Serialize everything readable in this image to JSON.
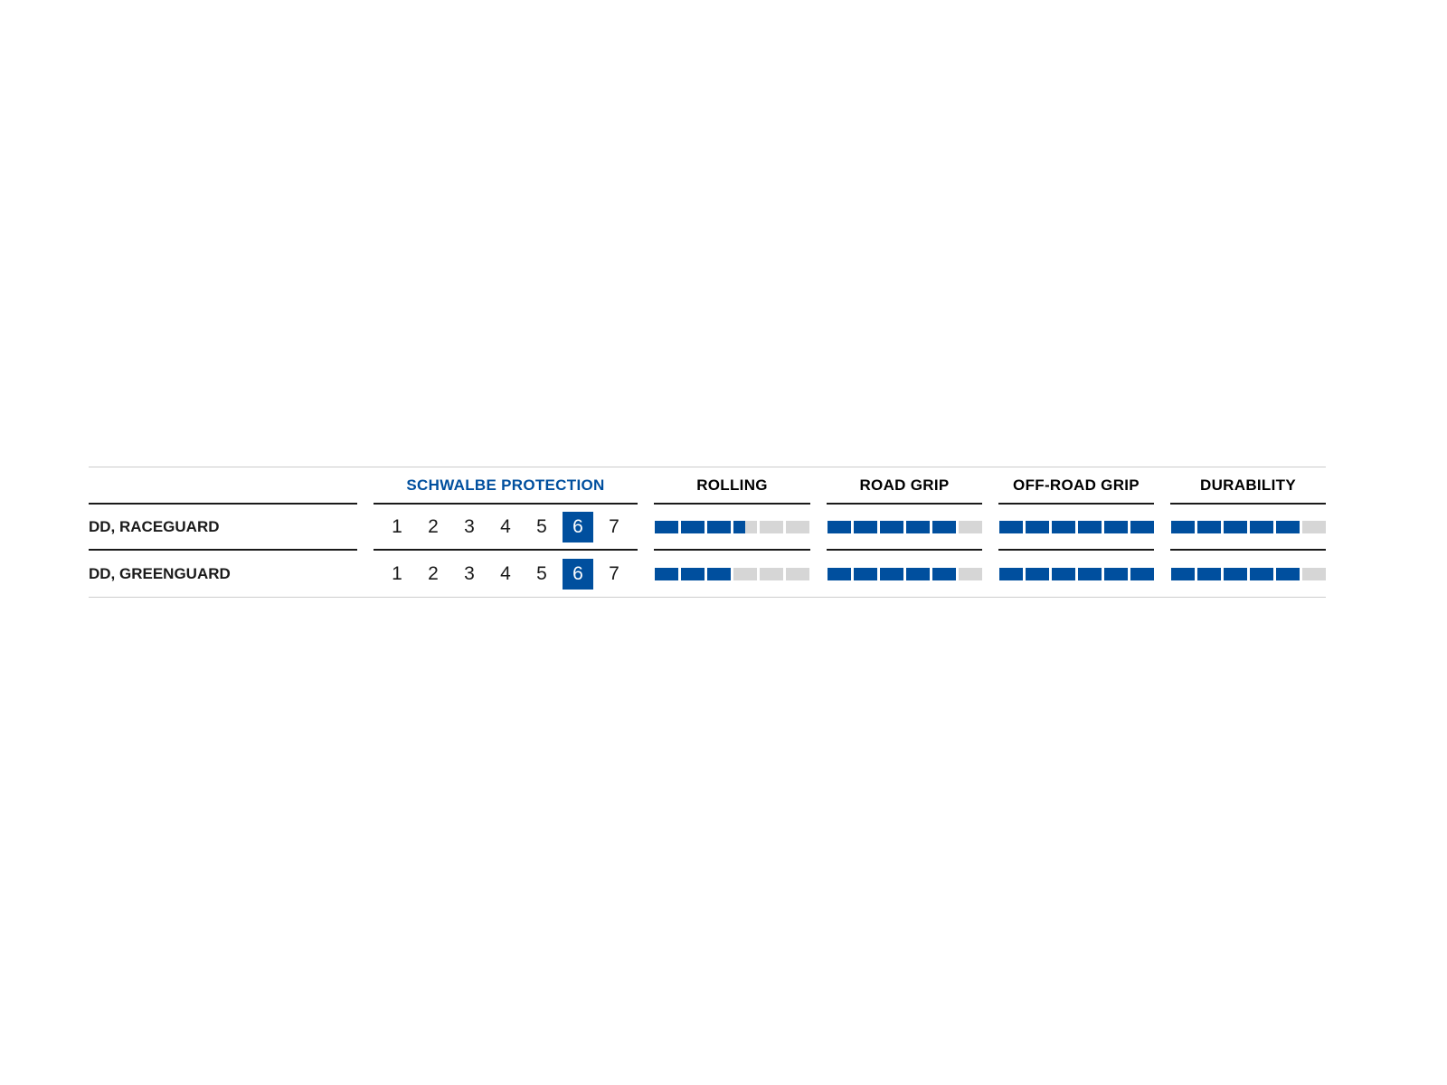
{
  "colors": {
    "accent_blue": "#004f9e",
    "segment_gray": "#d6d6d6",
    "line_dark": "#1a1a1a",
    "line_light": "#cccccc"
  },
  "table": {
    "headers": {
      "protection": "SCHWALBE PROTECTION",
      "rolling": "ROLLING",
      "road_grip": "ROAD GRIP",
      "offroad_grip": "OFF-ROAD GRIP",
      "durability": "DURABILITY"
    },
    "protection_scale": [
      "1",
      "2",
      "3",
      "4",
      "5",
      "6",
      "7"
    ],
    "rating_segments": 6,
    "rows": [
      {
        "name": "DD, RACEGUARD",
        "protection_level": 6,
        "ratings": {
          "rolling": 3.5,
          "road_grip": 5,
          "offroad_grip": 6,
          "durability": 5
        }
      },
      {
        "name": "DD, GREENGUARD",
        "protection_level": 6,
        "ratings": {
          "rolling": 3,
          "road_grip": 5,
          "offroad_grip": 6,
          "durability": 5
        }
      }
    ]
  },
  "chart_data": {
    "type": "table",
    "columns": [
      "SCHWALBE PROTECTION",
      "ROLLING",
      "ROAD GRIP",
      "OFF-ROAD GRIP",
      "DURABILITY"
    ],
    "protection_scale_range": [
      1,
      7
    ],
    "rating_max": 6,
    "rows": [
      {
        "name": "DD, RACEGUARD",
        "protection": 6,
        "rolling": 3.5,
        "road_grip": 5,
        "off_road_grip": 6,
        "durability": 5
      },
      {
        "name": "DD, GREENGUARD",
        "protection": 6,
        "rolling": 3,
        "road_grip": 5,
        "off_road_grip": 6,
        "durability": 5
      }
    ],
    "legend": "Blue segments indicate rating value out of 6; highlighted number indicates protection level out of 7"
  }
}
